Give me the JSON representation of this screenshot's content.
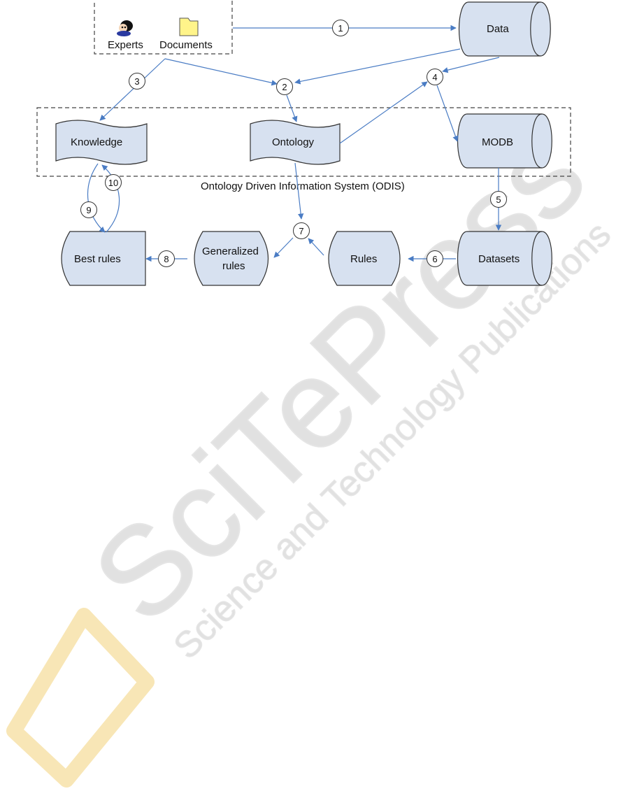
{
  "sources": {
    "experts_label": "Experts",
    "documents_label": "Documents"
  },
  "nodes": {
    "data": "Data",
    "knowledge": "Knowledge",
    "ontology": "Ontology",
    "modb": "MODB",
    "best_rules": "Best rules",
    "generalized_rules_line1": "Generalized",
    "generalized_rules_line2": "rules",
    "rules": "Rules",
    "datasets": "Datasets"
  },
  "system_caption": "Ontology Driven Information System (ODIS)",
  "steps": [
    "1",
    "2",
    "3",
    "4",
    "5",
    "6",
    "7",
    "8",
    "9",
    "10"
  ],
  "watermark": {
    "brand": "SciTePress",
    "tagline": "Science and Technology Publications"
  },
  "colors": {
    "shape_fill": "#d7e1f0",
    "arrow": "#4a7cc4",
    "dashed_border": "#444444",
    "folder_fill": "#fff48a",
    "watermark_ring": "#f3d27a"
  }
}
